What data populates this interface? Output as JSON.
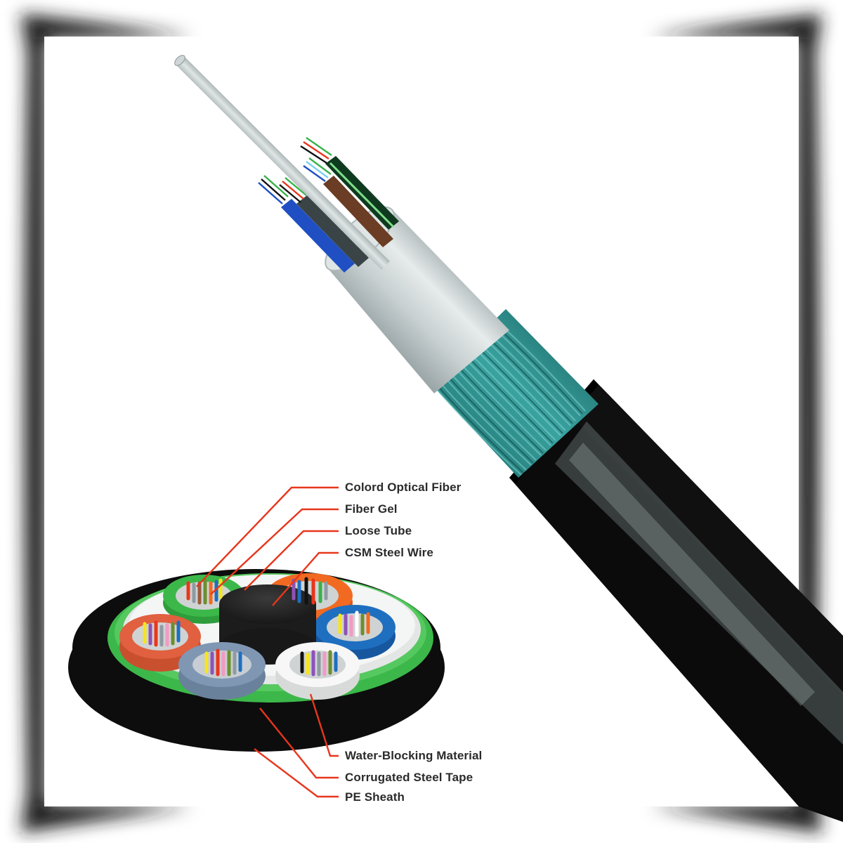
{
  "diagram": {
    "subject": "Armored loose-tube optical fiber cable (cutaway and cross-section)",
    "colors": {
      "leader_line": "#e8361c",
      "label_text": "#2b2b2b",
      "pe_sheath": "#0e0e0e",
      "steel_tape_green": "#3cb84a",
      "armor_wire_teal": "#2e8f8c",
      "central_member_gray": "#b9c1c3",
      "csm_core": "#2a2a2a"
    },
    "labels_top": [
      {
        "text": "Colord Optical Fiber"
      },
      {
        "text": "Fiber Gel"
      },
      {
        "text": "Loose Tube"
      },
      {
        "text": "CSM Steel Wire"
      }
    ],
    "labels_bottom": [
      {
        "text": "Water-Blocking Material"
      },
      {
        "text": "Corrugated Steel Tape"
      },
      {
        "text": "PE Sheath"
      }
    ],
    "loose_tubes": [
      {
        "color": "#3cb84a",
        "name": "green"
      },
      {
        "color": "#f26a21",
        "name": "orange"
      },
      {
        "color": "#1e6fc0",
        "name": "blue"
      },
      {
        "color": "#f2f2f2",
        "name": "white"
      },
      {
        "color": "#7f97b3",
        "name": "slate"
      },
      {
        "color": "#e0603f",
        "name": "coral"
      }
    ],
    "fiber_colors": [
      "#f5e51b",
      "#8e52b6",
      "#8f9aa3",
      "#f29ac3",
      "#6c8f2e",
      "#1e6fc0",
      "#e8361c",
      "#ffffff",
      "#111111",
      "#f26a21",
      "#9b5a3c",
      "#38b24a"
    ]
  }
}
